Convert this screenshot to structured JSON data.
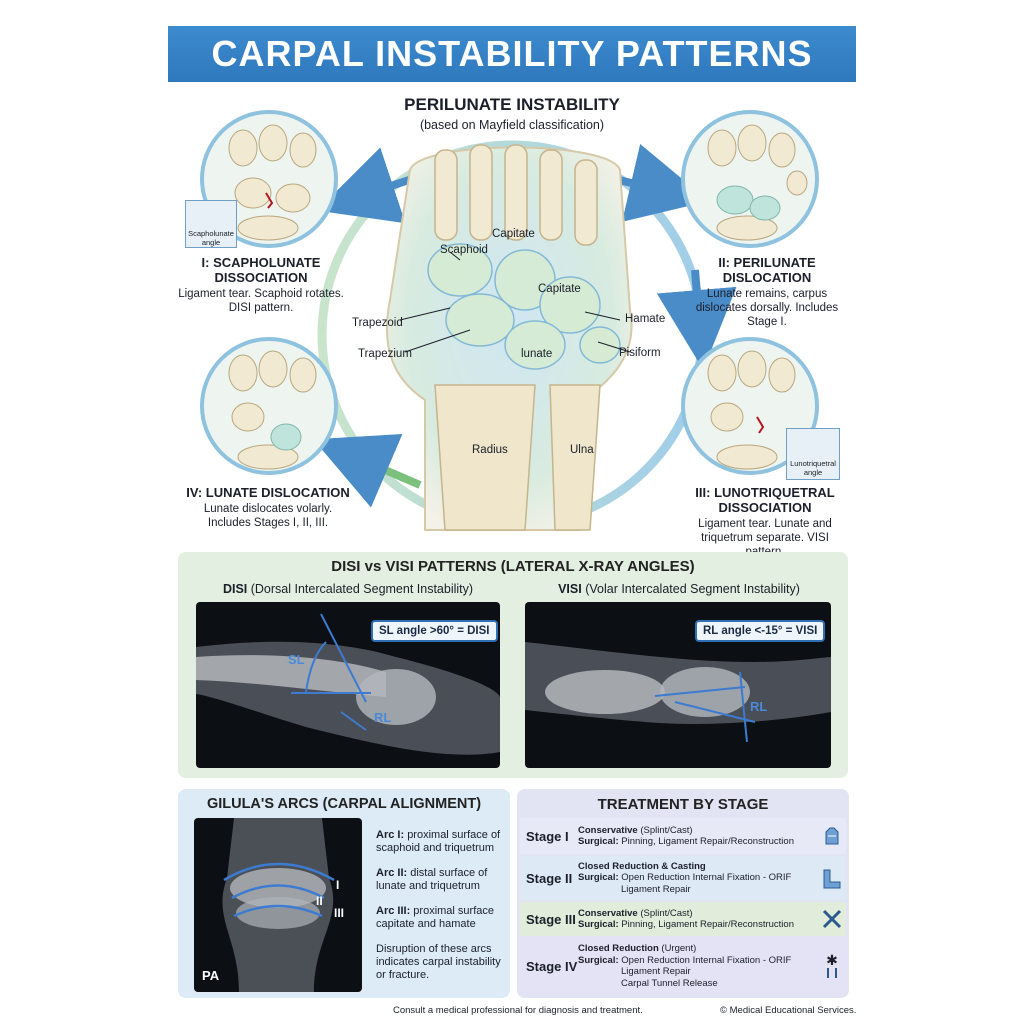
{
  "title": "CARPAL INSTABILITY PATTERNS",
  "perilunate": {
    "title": "PERILUNATE INSTABILITY",
    "subtitle": "(based on Mayfield classification)",
    "bones": {
      "scaphoid": "Scaphoid",
      "capitate_top": "Capitate",
      "capitate": "Capitate",
      "trapezoid": "Trapezoid",
      "trapezium": "Trapezium",
      "hamate": "Hamate",
      "pisiform": "Pisiform",
      "lunate": "lunate",
      "radius": "Radius",
      "ulna": "Ulna"
    },
    "stages": [
      {
        "heading": "I: SCAPHOLUNATE DISSOCIATION",
        "desc": "Ligament tear. Scaphoid rotates. DISI pattern.",
        "angle_label": "Scapholunate angle"
      },
      {
        "heading": "II: PERILUNATE DISLOCATION",
        "desc": "Lunate remains, carpus dislocates dorsally. Includes Stage I."
      },
      {
        "heading": "III: LUNOTRIQUETRAL DISSOCIATION",
        "desc": "Ligament tear. Lunate and triquetrum separate. VISI pattern.",
        "angle_label": "Lunotriquetral angle"
      },
      {
        "heading": "IV: LUNATE DISLOCATION",
        "desc": "Lunate dislocates volarly. Includes Stages I, II, III."
      }
    ]
  },
  "disi_visi": {
    "title": "DISI vs VISI PATTERNS (LATERAL X-RAY ANGLES)",
    "disi": {
      "abbr": "DISI",
      "full": "(Dorsal Intercalated Segment Instability)",
      "box": "SL angle >60° = DISI",
      "sl": "SL",
      "rl": "RL"
    },
    "visi": {
      "abbr": "VISI",
      "full": "(Volar Intercalated Segment Instability)",
      "box": "RL angle <-15° = VISI",
      "rl": "RL"
    }
  },
  "gilula": {
    "title": "GILULA'S ARCS (CARPAL ALIGNMENT)",
    "arcs": [
      {
        "bold": "Arc I:",
        "text": "proximal surface of scaphoid and triquetrum"
      },
      {
        "bold": "Arc II:",
        "text": "distal surface of lunate and triquetrum"
      },
      {
        "bold": "Arc III:",
        "text": "proximal surface capitate and hamate"
      }
    ],
    "note": "Disruption of these arcs indicates carpal instability or fracture.",
    "view": "PA",
    "arc_labels": [
      "I",
      "II",
      "III"
    ]
  },
  "treatment": {
    "title": "TREATMENT BY STAGE",
    "rows": [
      {
        "stage": "Stage I",
        "lines": [
          [
            "Conservative",
            "(Splint/Cast)"
          ],
          [
            "Surgical:",
            "Pinning, Ligament Repair/Reconstruction"
          ]
        ],
        "icon": "splint-icon"
      },
      {
        "stage": "Stage II",
        "lines": [
          [
            "Closed Reduction & Casting",
            ""
          ],
          [
            "Surgical:",
            "Open Reduction Internal Fixation - ORIF"
          ],
          [
            "",
            "Ligament Repair"
          ]
        ],
        "icon": "cast-icon"
      },
      {
        "stage": "Stage III",
        "lines": [
          [
            "Conservative",
            "(Splint/Cast)"
          ],
          [
            "Surgical:",
            "Pinning, Ligament Repair/Reconstruction"
          ]
        ],
        "icon": "surgical-tools-icon"
      },
      {
        "stage": "Stage IV",
        "lines": [
          [
            "Closed Reduction",
            "(Urgent)"
          ],
          [
            "Surgical:",
            "Open Reduction Internal Fixation - ORIF"
          ],
          [
            "",
            "Ligament Repair"
          ],
          [
            "",
            "Carpal Tunnel Release"
          ]
        ],
        "icon": "emergency-screws-icon"
      }
    ]
  },
  "footer": {
    "disclaimer": "Consult a medical professional for diagnosis and treatment.",
    "credit": "© Medical Educational Services."
  }
}
